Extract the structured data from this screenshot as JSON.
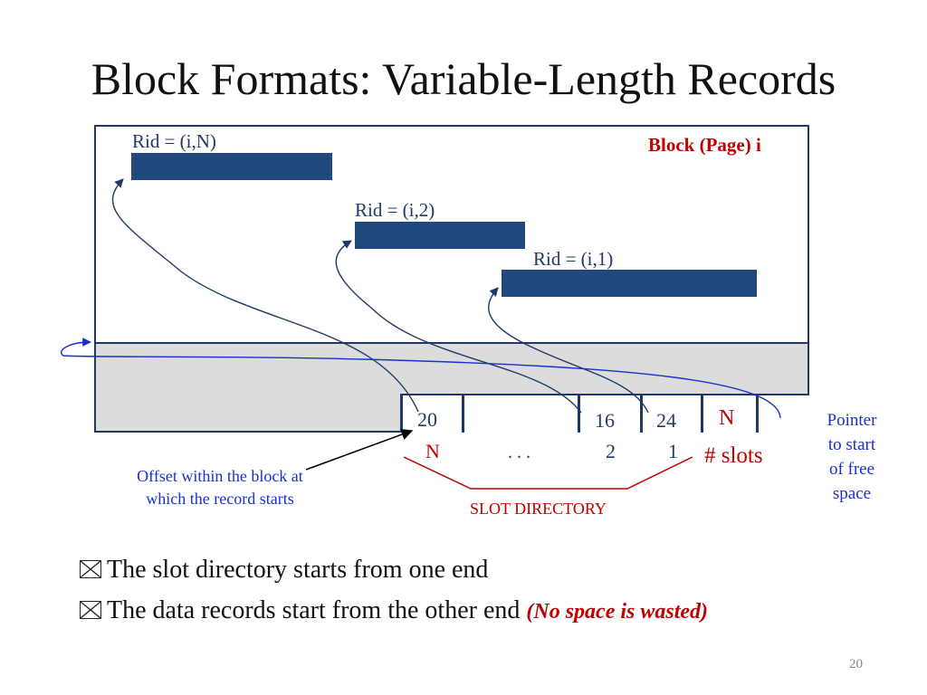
{
  "slide": {
    "title": "Block Formats: Variable-Length Records",
    "page_number": "20"
  },
  "block": {
    "label": "Block (Page) i",
    "records": [
      {
        "rid": "Rid = (i,N)"
      },
      {
        "rid": "Rid = (i,2)"
      },
      {
        "rid": "Rid = (i,1)"
      }
    ]
  },
  "slot_directory": {
    "entries": [
      "20",
      "16",
      "24"
    ],
    "count": "N",
    "indices": [
      "N",
      ". . .",
      "2",
      "1"
    ],
    "slots_label": "# slots",
    "label": "SLOT DIRECTORY"
  },
  "annotations": {
    "offset": [
      "Offset within the block at",
      "which the record starts"
    ],
    "pointer": [
      "Pointer",
      "to start",
      "of free",
      "space"
    ]
  },
  "bullets": [
    {
      "text": "The slot directory starts from one end",
      "emphasis": ""
    },
    {
      "text": "The data records start from the other end ",
      "emphasis": "(No space is wasted)"
    }
  ],
  "colors": {
    "navy": "#1f3a68",
    "record": "#1f497d",
    "red": "#c00000",
    "blue": "#1a2fd0",
    "gray": "#dcdcdc"
  }
}
